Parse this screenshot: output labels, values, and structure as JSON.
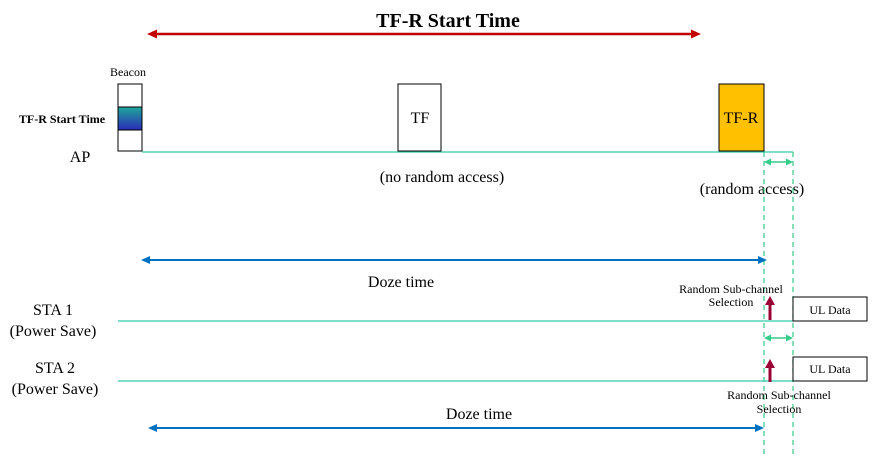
{
  "title": "TF-R Start Time",
  "beacon_label": "Beacon",
  "beacon_field_label": "TF-R Start Time",
  "ap_label": "AP",
  "tf_label": "TF",
  "tfr_label": "TF-R",
  "no_random_access": "(no random access)",
  "random_access": "(random access)",
  "doze_time_1": "Doze time",
  "doze_time_2": "Doze time",
  "sta1": {
    "line1": "STA 1",
    "line2": "(Power Save)"
  },
  "sta2": {
    "line1": "STA 2",
    "line2": "(Power Save)"
  },
  "rsc_1": {
    "line1": "Random Sub-channel",
    "line2": "Selection"
  },
  "rsc_2": {
    "line1": "Random Sub-channel",
    "line2": "Selection"
  },
  "ul_data_1": "UL Data",
  "ul_data_2": "UL Data",
  "colors": {
    "title_arrow": "#c00000",
    "doze_arrow": "#0070c0",
    "timeline": "#33ccaa",
    "guide": "#33cc88",
    "tfr_fill": "#ffc000",
    "up_arrow": "#990033"
  }
}
